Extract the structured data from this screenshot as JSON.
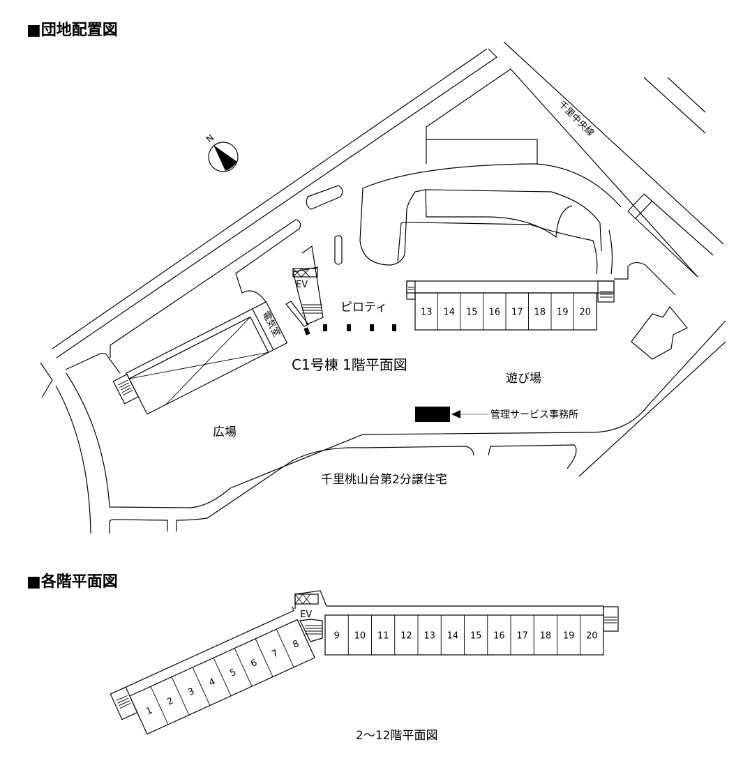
{
  "site_plan": {
    "title": "■団地配置図",
    "compass_label": "N",
    "road_label": "千里中央線",
    "piloti_label": "ピロティ",
    "ev_label": "EV",
    "electric_room_label": "電気室",
    "building_label": "C1号棟 1階平面図",
    "playground_label": "遊び場",
    "plaza_label": "広場",
    "office_label": "管理サービス事務所",
    "neighbor_label": "千里桃山台第2分譲住宅",
    "units": [
      "13",
      "14",
      "15",
      "16",
      "17",
      "18",
      "19",
      "20"
    ]
  },
  "floor_plan": {
    "title": "■各階平面図",
    "ev_label": "EV",
    "caption": "2〜12階平面図",
    "units_slanted": [
      "1",
      "2",
      "3",
      "4",
      "5",
      "6",
      "7",
      "8"
    ],
    "units_straight": [
      "9",
      "10",
      "11",
      "12",
      "13",
      "14",
      "15",
      "16",
      "17",
      "18",
      "19",
      "20"
    ]
  }
}
